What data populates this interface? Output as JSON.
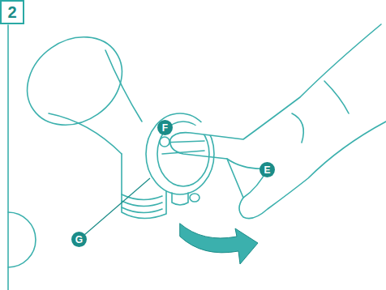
{
  "diagram": {
    "labels": [
      "2",
      "E",
      "F",
      "G"
    ]
  }
}
